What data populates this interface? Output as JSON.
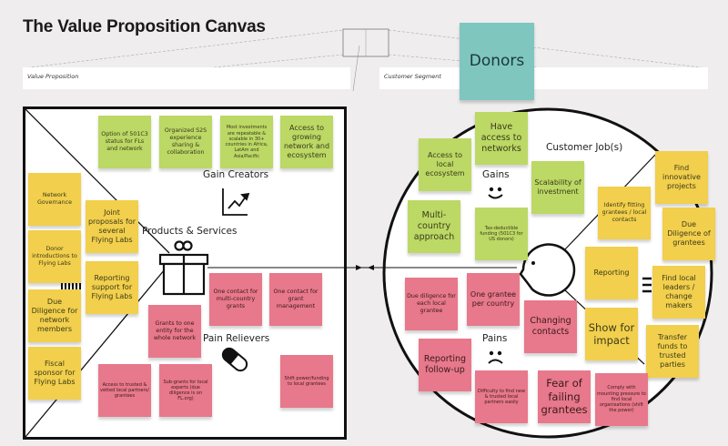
{
  "title": "The Value Proposition Canvas",
  "banners": {
    "value_proposition": "Value Proposition",
    "customer_segment": "Customer Segment"
  },
  "segment_note": "Donors",
  "section_labels": {
    "gain_creators": "Gain Creators",
    "pain_relievers": "Pain Relievers",
    "products_services": "Products & Services",
    "gains": "Gains",
    "pains": "Pains",
    "customer_jobs": "Customer Job(s)"
  },
  "gain_creators": [
    "Option of 501C3 status for FLs and network",
    "Organized S2S experience sharing & collaboration",
    "Most investments are repeatable & scalable in 30+ countries in Africa, LatAm and Asia/Pacific",
    "Access to growing network and ecosystem"
  ],
  "products_services": [
    "Network Governance",
    "Donor introductions to Flying Labs",
    "Due Diligence for network members",
    "Fiscal sponsor for Flying Labs",
    "Joint proposals for several Flying Labs",
    "Reporting support for Flying Labs"
  ],
  "pain_relievers": [
    "One contact for multi-country grants",
    "One contact for grant management",
    "Grants to one entity for the whole network",
    "Access to trusted & vetted local partners/ grantees",
    "Sub-grants for local experts (due diligence is on FL.org)",
    "Shift power/funding to local grantees"
  ],
  "gains": [
    "Have access to networks",
    "Access to local ecosystem",
    "Scalability of investment",
    "Multi-country approach",
    "Tax-deductible funding (501C3 for US donors)"
  ],
  "customer_jobs": [
    "Identify fitting grantees / local contacts",
    "Find innovative projects",
    "Due Diligence of grantees",
    "Reporting",
    "Find local leaders / change makers",
    "Show for impact",
    "Transfer funds to trusted parties"
  ],
  "pains": [
    "Due diligence for each local grantee",
    "One grantee per country",
    "Changing contacts",
    "Reporting follow-up",
    "Difficulty to find new & trusted local partners easily",
    "Fear of failing grantees",
    "Comply with mounting pressure to find local organisations (shift the power)"
  ],
  "colors": {
    "gain": "#bcd865",
    "job": "#f2cf4c",
    "pain": "#e8788b",
    "segment": "#7fc6bf"
  }
}
